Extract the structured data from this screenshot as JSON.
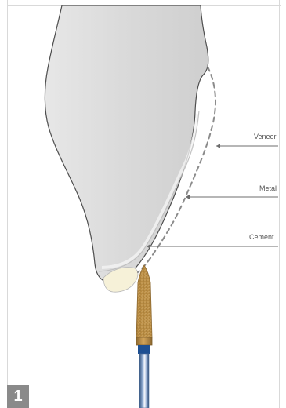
{
  "labels": {
    "veneer": "Veneer",
    "metal": "Metal",
    "cement": "Cement"
  },
  "figure_number": "1",
  "colors": {
    "tooth": "#d9d9d9",
    "tooth_edge": "#4f4f4f",
    "cervical": "#f4f0d8",
    "bur_gold": "#b98a3f",
    "bur_shank": "#5e86c2",
    "badge": "#8a8a8a",
    "dash": "#8b8b8b"
  },
  "icons": {
    "arrow": "arrow-left-icon",
    "bur": "diamond-bur-icon"
  }
}
